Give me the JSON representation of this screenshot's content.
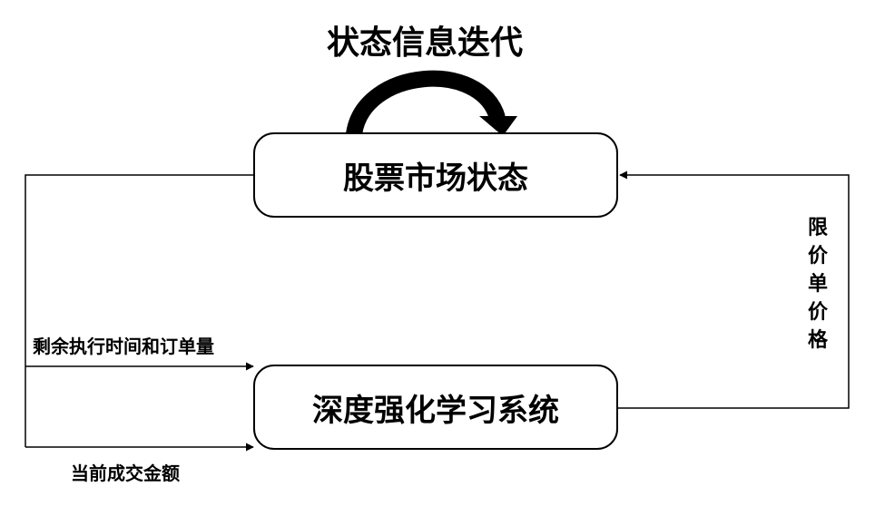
{
  "title": "状态信息迭代",
  "nodes": {
    "market_state": "股票市场状态",
    "rl_system": "深度强化学习系统"
  },
  "edges": {
    "limit_price": "限价单价格",
    "remaining": "剩余执行时间和订单量",
    "amount": "当前成交金额"
  },
  "colors": {
    "line": "#000000",
    "background": "#ffffff"
  }
}
